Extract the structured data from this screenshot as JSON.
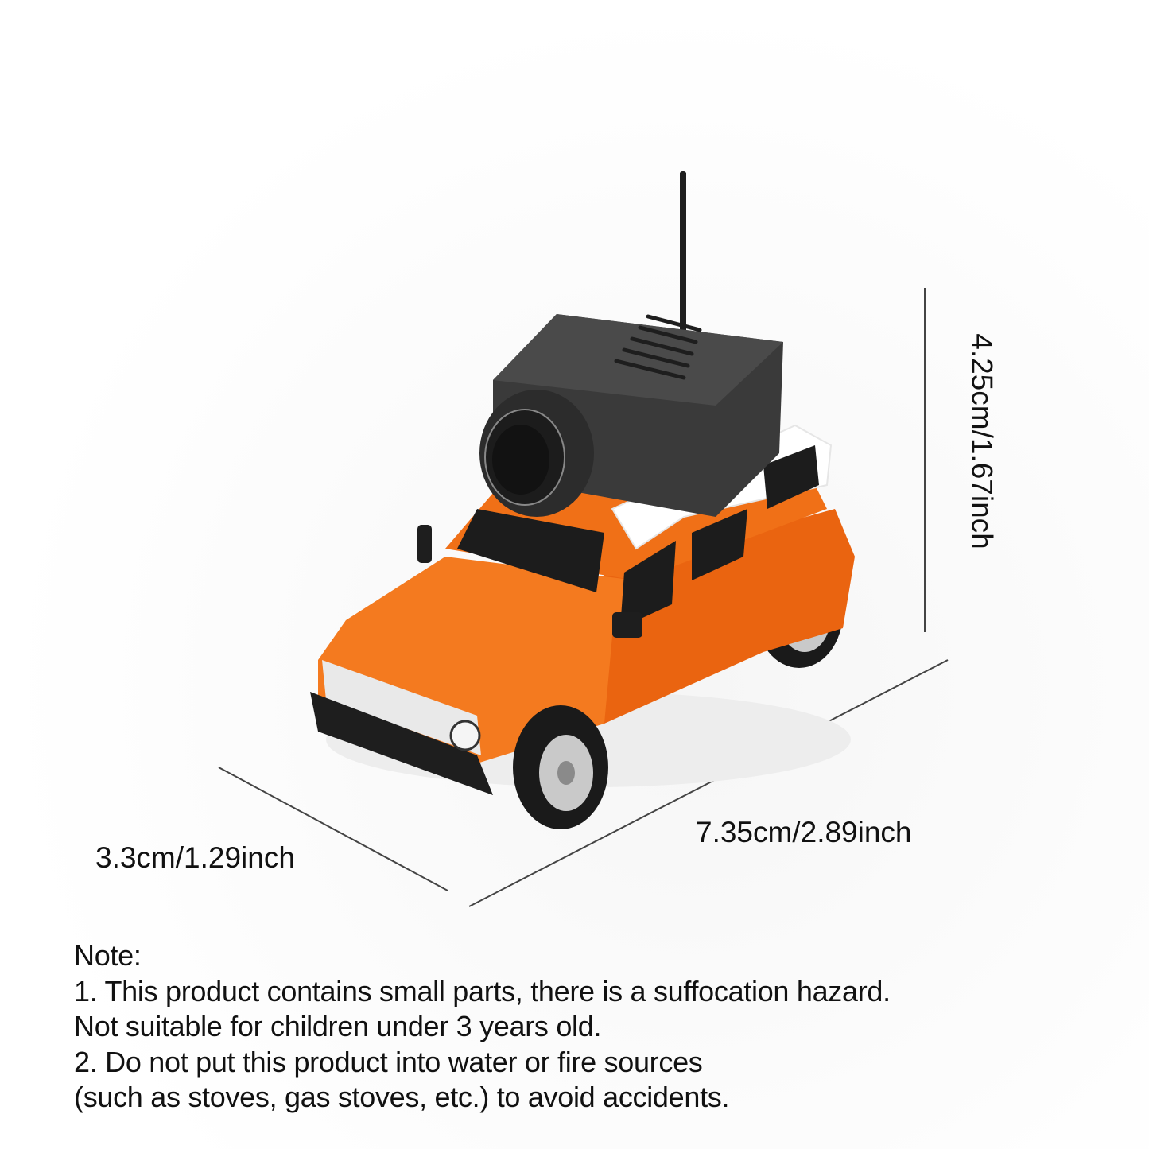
{
  "product": {
    "description": "Orange toy SUV with white roof and black camera module with antenna on top",
    "colors": {
      "body": "#f26b12",
      "body_shade": "#d9560a",
      "roof": "#ffffff",
      "camera": "#3a3a3a",
      "camera_dark": "#222222",
      "tires": "#1a1a1a",
      "rims": "#c9c9c9",
      "windows": "#1c1c1c"
    }
  },
  "dimensions": {
    "depth": "3.3cm/1.29inch",
    "length": "7.35cm/2.89inch",
    "height": "4.25cm/1.67inch"
  },
  "notes": {
    "title": "Note:",
    "lines": [
      "1. This product contains small parts, there is a suffocation hazard.",
      "Not suitable for children under 3 years old.",
      "2. Do not put this product into water or fire sources",
      "(such as stoves, gas stoves, etc.) to avoid accidents."
    ]
  }
}
